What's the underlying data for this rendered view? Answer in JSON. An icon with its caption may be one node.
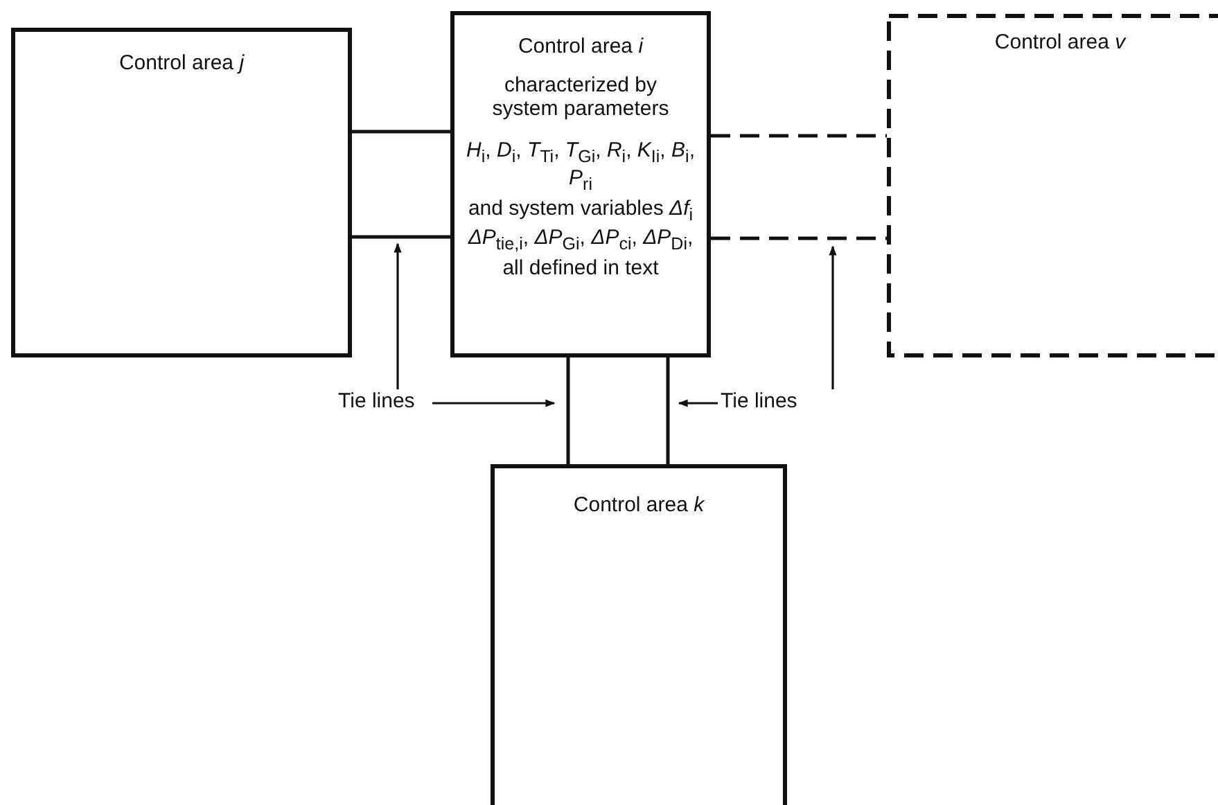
{
  "diagram": {
    "nodes": [
      {
        "text": [
          "Control area *j*"
        ]
      },
      {
        "text": [
          "Control area *i*",
          "characterized by system parameters",
          "*H*$_{i}$, *D*$_{i}$, *T*$_{Ti}$, *T*$_{Gi}$, *R*$_{i}$, *K*$_{Ii}$, *B*$_{i}$, *P*$_{ri}$",
          "and system variables *Δf*$_{i}$ *ΔP*$_{tie,i}$, *ΔP*$_{Gi}$, *ΔP*$_{ci}$, *ΔP*$_{Di}$,",
          "all defined in text"
        ]
      },
      {
        "text": [
          "Control area *v*"
        ]
      },
      {
        "text": [
          "Control area *k*"
        ]
      },
      {
        "text": [
          "Tie lines"
        ]
      },
      {
        "text": [
          "Tie lines"
        ]
      }
    ],
    "edges": [
      {
        "from": 0,
        "to": 1,
        "arrow": "none"
      },
      {
        "from": 0,
        "to": 1,
        "arrow": "none"
      },
      {
        "from": 1,
        "to": 2,
        "arrow": "none",
        "style": "dashed"
      },
      {
        "from": 1,
        "to": 2,
        "arrow": "none",
        "style": "dashed"
      },
      {
        "from": 1,
        "to": 3,
        "arrow": "none"
      },
      {
        "from": 1,
        "to": 3,
        "arrow": "none"
      },
      {
        "from": 4,
        "to": null,
        "arrow": "to"
      },
      {
        "from": 4,
        "to": null,
        "arrow": "to"
      },
      {
        "from": 5,
        "to": null,
        "arrow": "to"
      },
      {
        "from": 5,
        "to": null,
        "arrow": "to"
      }
    ]
  }
}
